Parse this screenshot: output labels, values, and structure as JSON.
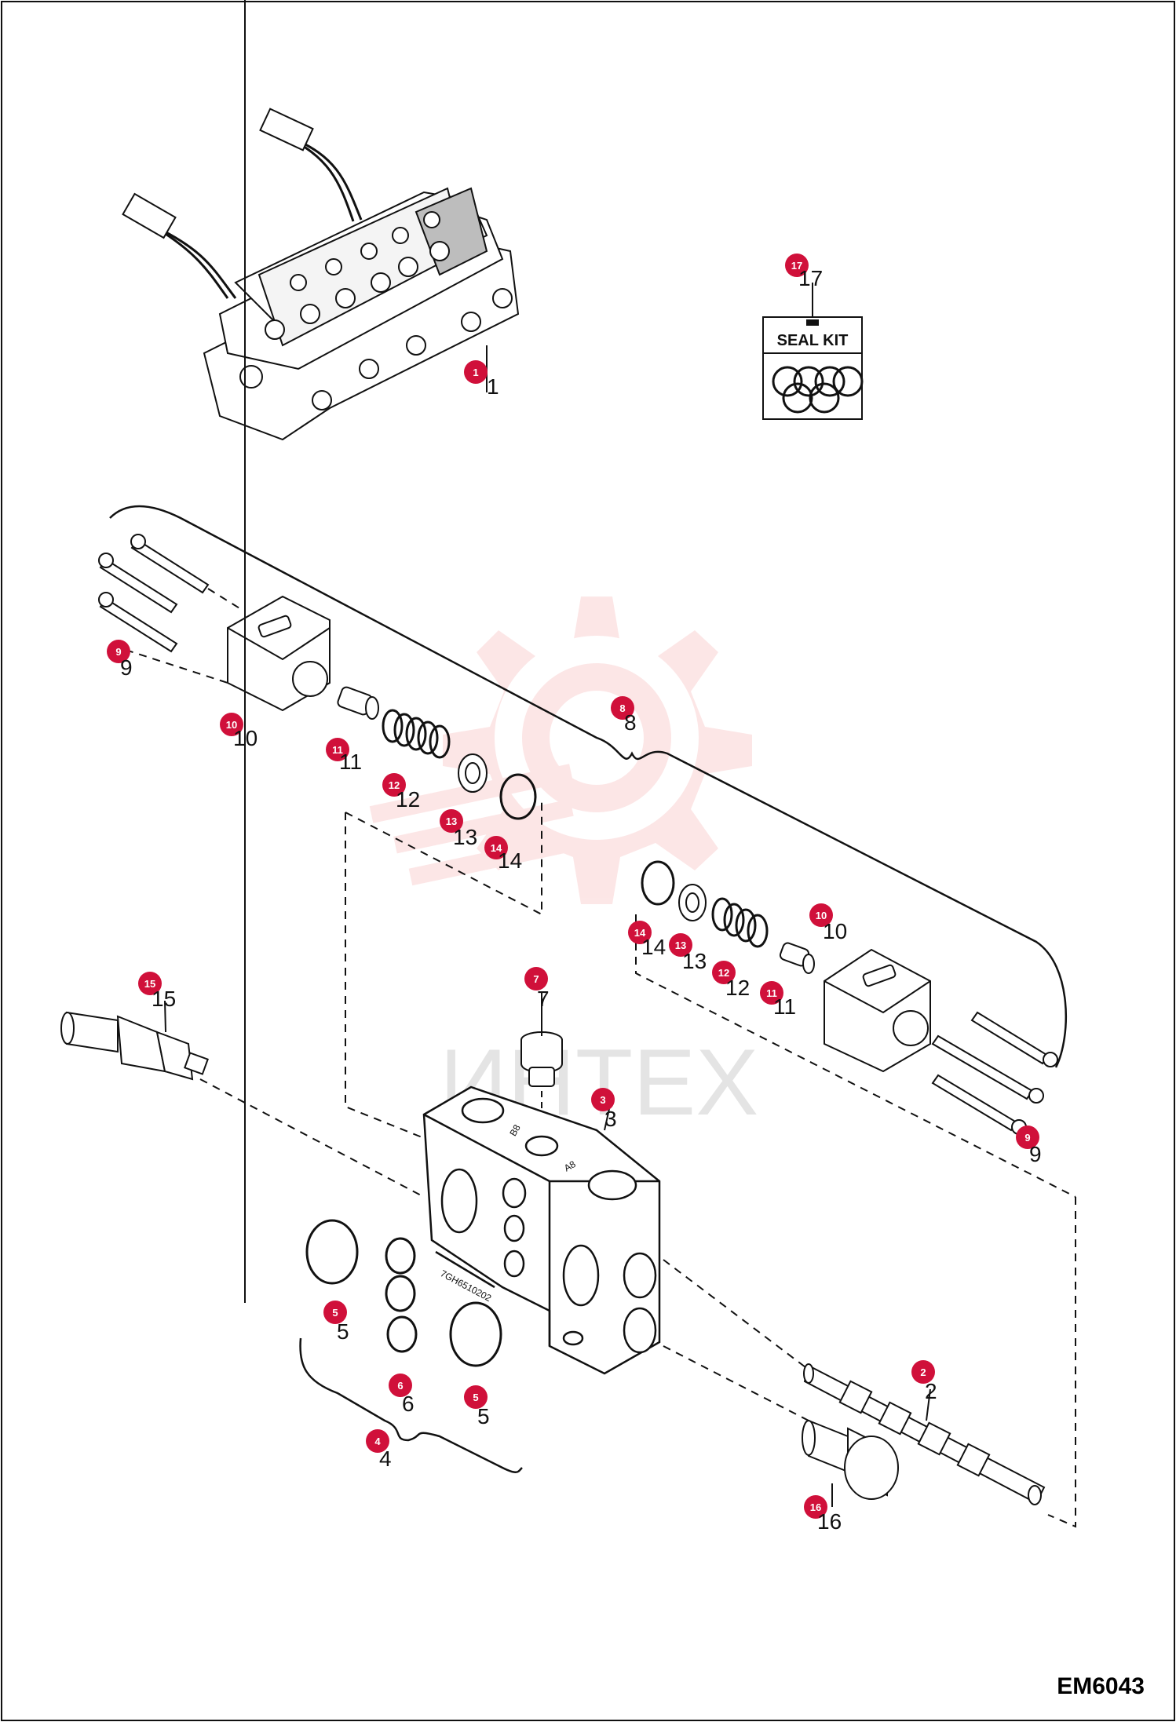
{
  "sheet_code": "EM6043",
  "watermark_text": "ИНТЕХ",
  "seal_kit_label": "SEAL KIT",
  "colors": {
    "callout": "#d0103a",
    "watermark": "#f3b3b3",
    "line": "#111111"
  },
  "callouts": [
    {
      "id": "c1",
      "label": "1"
    },
    {
      "id": "c2",
      "label": "2"
    },
    {
      "id": "c3",
      "label": "3"
    },
    {
      "id": "c4",
      "label": "4"
    },
    {
      "id": "c5a",
      "label": "5"
    },
    {
      "id": "c5b",
      "label": "5"
    },
    {
      "id": "c6",
      "label": "6"
    },
    {
      "id": "c7",
      "label": "7"
    },
    {
      "id": "c8",
      "label": "8"
    },
    {
      "id": "c9a",
      "label": "9"
    },
    {
      "id": "c9b",
      "label": "9"
    },
    {
      "id": "c10a",
      "label": "10"
    },
    {
      "id": "c10b",
      "label": "10"
    },
    {
      "id": "c11a",
      "label": "11"
    },
    {
      "id": "c11b",
      "label": "11"
    },
    {
      "id": "c12a",
      "label": "12"
    },
    {
      "id": "c12b",
      "label": "12"
    },
    {
      "id": "c13a",
      "label": "13"
    },
    {
      "id": "c13b",
      "label": "13"
    },
    {
      "id": "c14a",
      "label": "14"
    },
    {
      "id": "c14b",
      "label": "14"
    },
    {
      "id": "c15",
      "label": "15"
    },
    {
      "id": "c16",
      "label": "16"
    },
    {
      "id": "c17",
      "label": "17"
    }
  ],
  "housing_marks": [
    "B8",
    "A8",
    "7GH6510202"
  ]
}
